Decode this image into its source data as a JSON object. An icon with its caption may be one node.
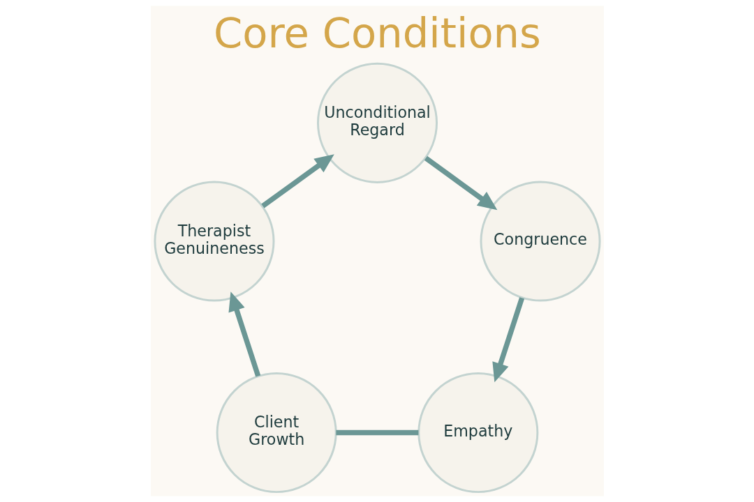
{
  "diagram": {
    "title": "Core Conditions",
    "nodes": [
      {
        "text": [
          "Unconditional Regard"
        ]
      },
      {
        "text": [
          "Congruence"
        ]
      },
      {
        "text": [
          "Empathy"
        ]
      },
      {
        "text": [
          "Client Growth"
        ]
      },
      {
        "text": [
          "Therapist Genuineness"
        ]
      }
    ],
    "edges": [
      {
        "from": 0,
        "to": 1,
        "arrow": "to"
      },
      {
        "from": 1,
        "to": 2,
        "arrow": "to"
      },
      {
        "from": 2,
        "to": 3,
        "arrow": "none"
      },
      {
        "from": 3,
        "to": 4,
        "arrow": "to"
      },
      {
        "from": 4,
        "to": 0,
        "arrow": "to"
      }
    ]
  }
}
